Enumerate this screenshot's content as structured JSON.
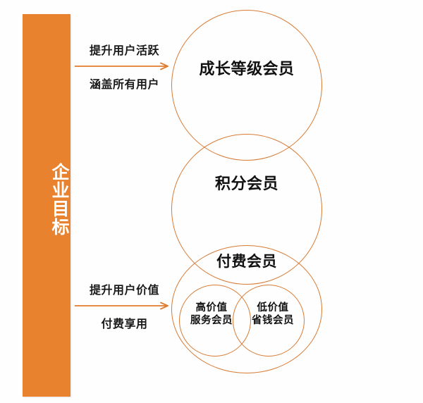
{
  "colors": {
    "bar_orange": "#e8822e",
    "circle_stroke": "#d87b34",
    "arrow_orange": "#e07b2c",
    "text_dark": "#111111",
    "bar_text": "#ffffff",
    "background": "#fefefe"
  },
  "goal_bar": {
    "label": "企业目标"
  },
  "arrows": [
    {
      "id": "top",
      "caption_above": "提升用户活跃",
      "caption_below": "涵盖所有用户",
      "direction": "right"
    },
    {
      "id": "bottom",
      "caption_above": "提升用户价值",
      "caption_below": "付费享用",
      "direction": "right"
    }
  ],
  "circles": [
    {
      "id": "growth",
      "label": "成长等级会员"
    },
    {
      "id": "points",
      "label": "积分会员"
    },
    {
      "id": "paid",
      "label": "付费会员"
    },
    {
      "id": "paid_high_value",
      "label": "高价值\n服务会员"
    },
    {
      "id": "paid_low_value",
      "label": "低价值\n省钱会员"
    }
  ]
}
